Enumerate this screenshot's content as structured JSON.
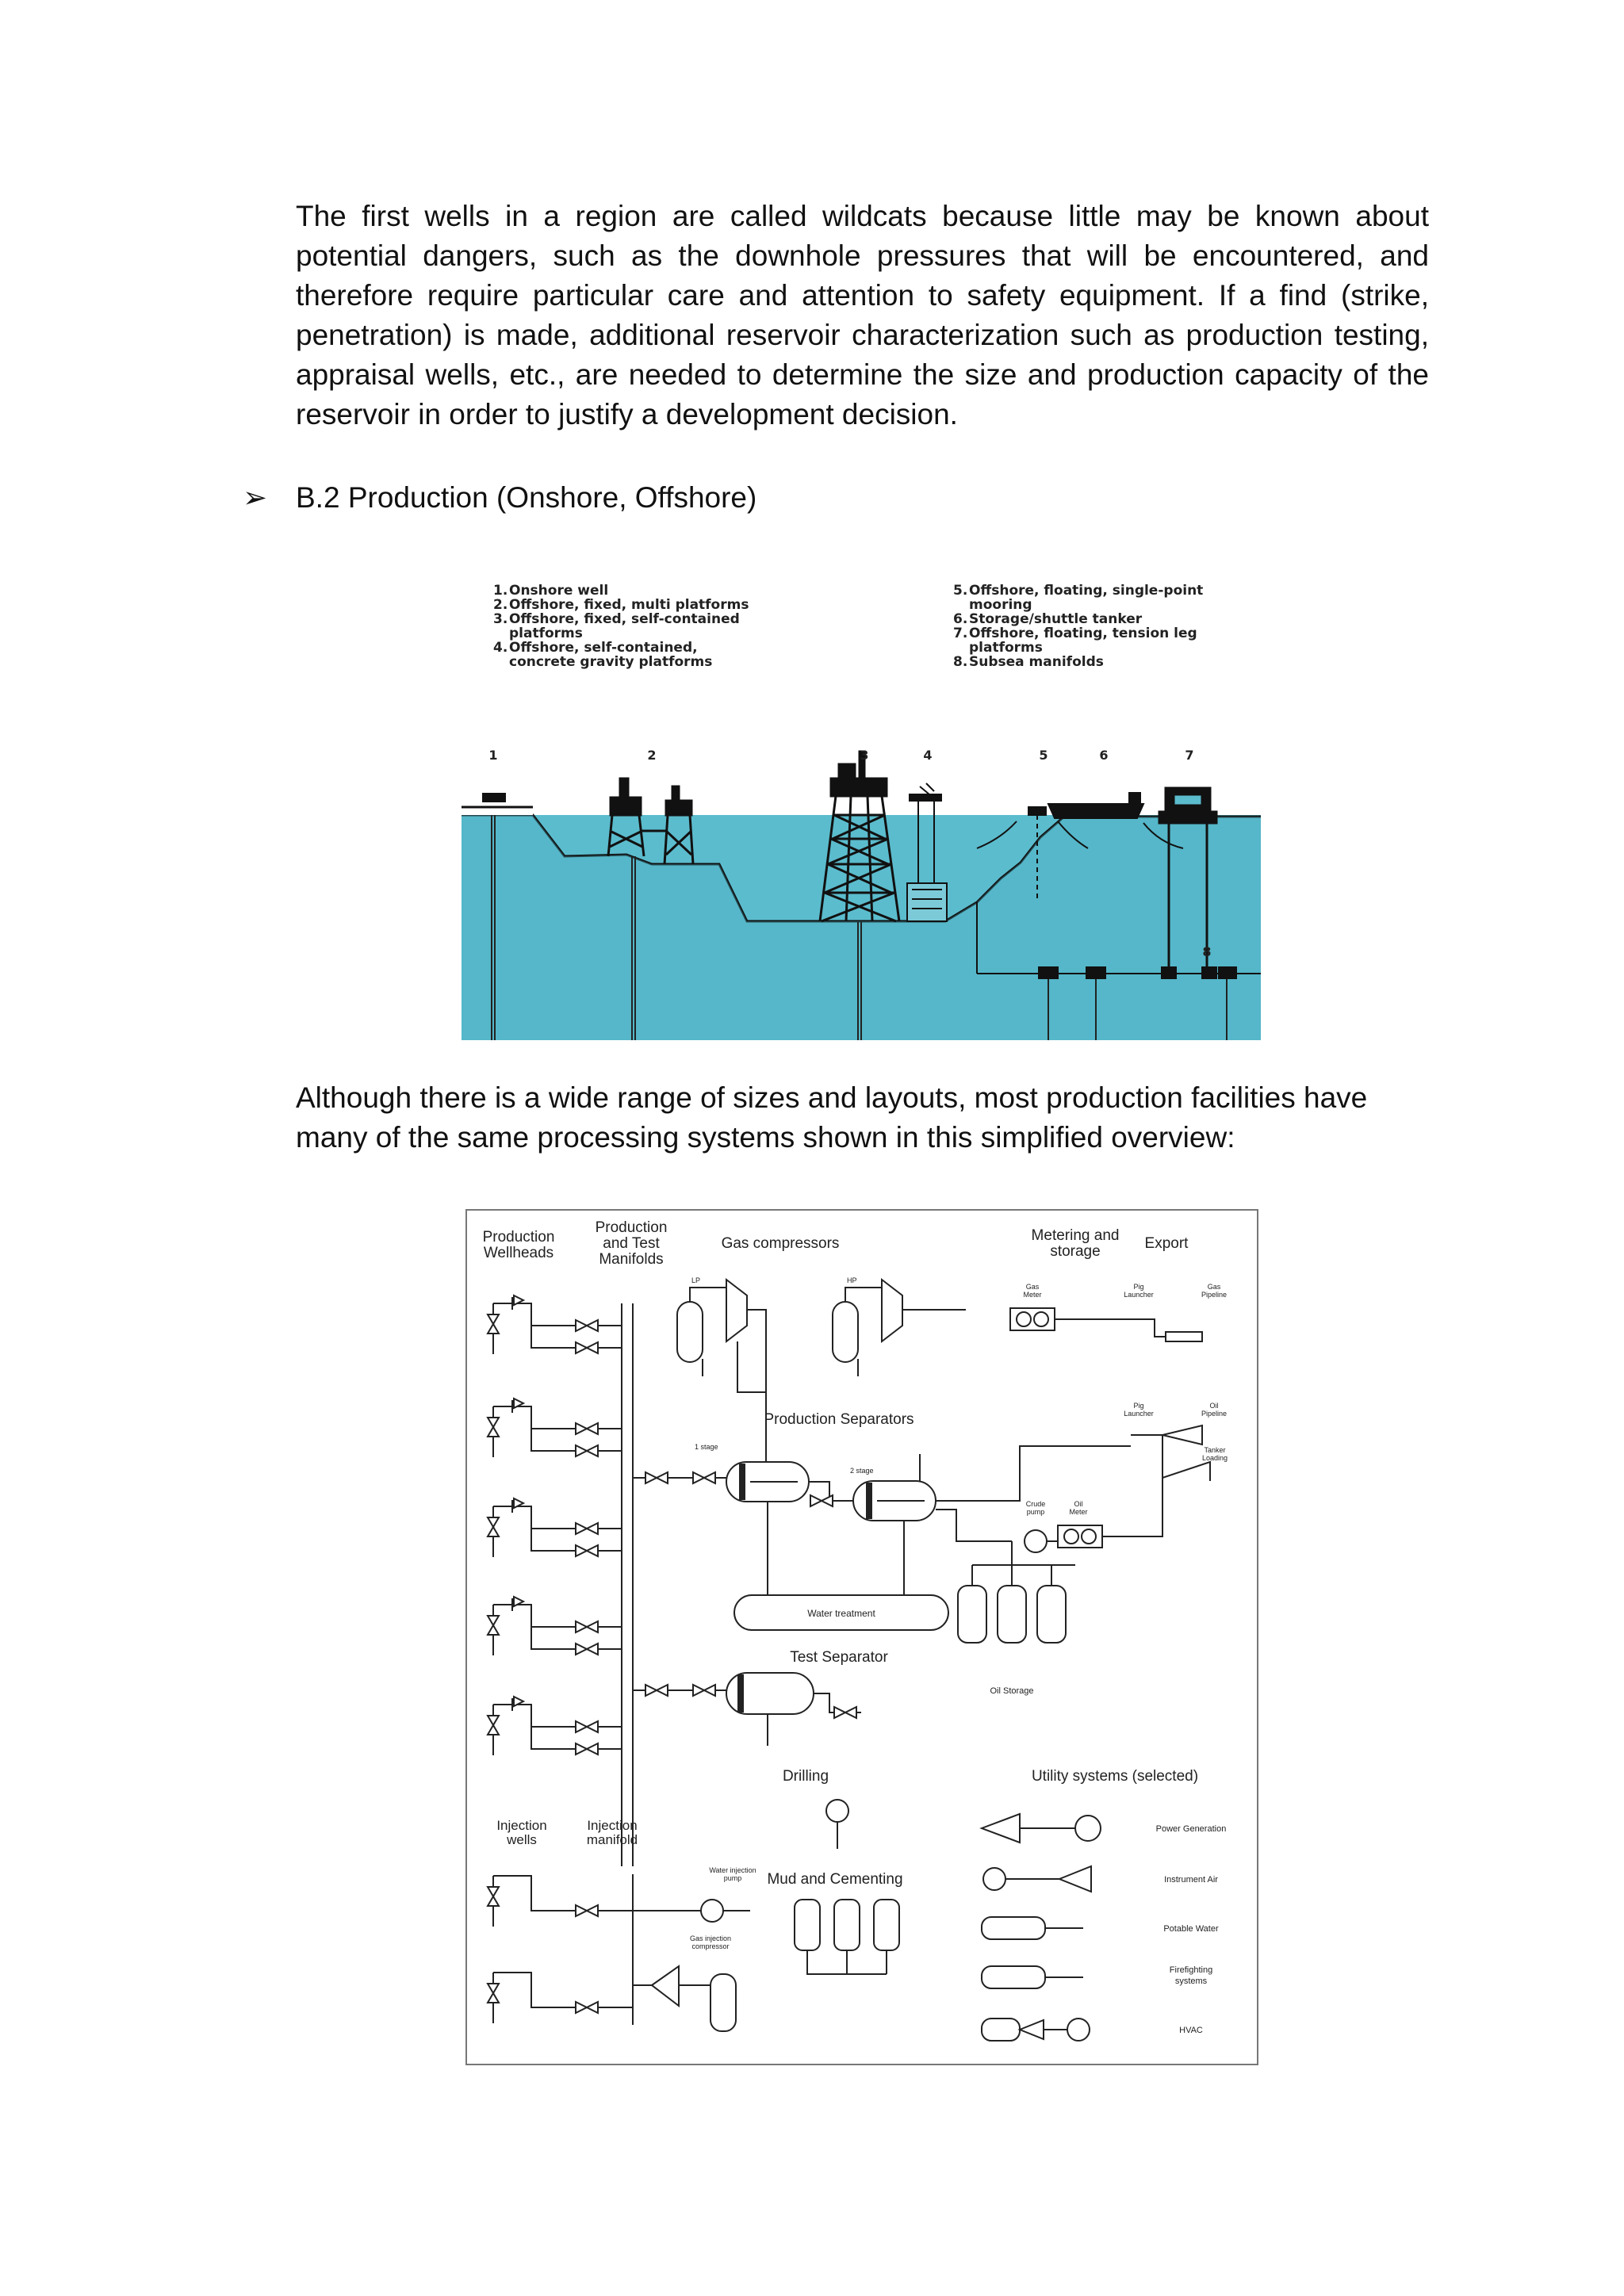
{
  "paragraphs": {
    "p1": "The first wells in a region are called wildcats because little may be known about potential dangers, such as the downhole pressures that will be encountered, and therefore require particular care and attention to safety equipment. If a find (strike, penetration) is made, additional reservoir characterization such as production testing, appraisal wells, etc., are needed to determine the size and production capacity of the reservoir in order to justify a development decision.",
    "p2": "Although there is a wide range of sizes and layouts, most production facilities have many of the same processing systems shown in this simplified overview:"
  },
  "bullet": {
    "marker": "➢",
    "text": "B.2 Production  (Onshore, Offshore)"
  },
  "figure1": {
    "legend_left": [
      [
        "1.",
        "Onshore well"
      ],
      [
        "2.",
        "Offshore, fixed, multi platforms"
      ],
      [
        "3.",
        "Offshore, fixed, self-contained"
      ],
      [
        "",
        "platforms"
      ],
      [
        "4.",
        "Offshore, self-contained,"
      ],
      [
        "",
        "concrete gravity platforms"
      ]
    ],
    "legend_right": [
      [
        "5.",
        "Offshore, floating, single-point"
      ],
      [
        "",
        "mooring"
      ],
      [
        "6.",
        "Storage/shuttle tanker"
      ],
      [
        "7.",
        "Offshore, floating, tension leg"
      ],
      [
        "",
        "platforms"
      ],
      [
        "8.",
        "Subsea manifolds"
      ]
    ],
    "markers": [
      "1",
      "2",
      "3",
      "4",
      "5",
      "6",
      "7",
      "8"
    ],
    "colors": {
      "water": "#5bbccd",
      "seabed": "#43a2b5",
      "structure": "#111111"
    }
  },
  "figure2": {
    "headers": {
      "wellheads": [
        "Production",
        "Wellheads"
      ],
      "manifolds": [
        "Production",
        "and Test",
        "Manifolds"
      ],
      "compressors": "Gas compressors",
      "metering": [
        "Metering and",
        "storage"
      ],
      "export": "Export"
    },
    "small": {
      "lp": "LP",
      "hp": "HP",
      "gas_meter": [
        "Gas",
        "Meter"
      ],
      "pig_launcher": [
        "Pig",
        "Launcher"
      ],
      "gas_pipeline": [
        "Gas",
        "Pipeline"
      ],
      "oil_pipeline": [
        "Oil",
        "Pipeline"
      ],
      "tanker_loading": [
        "Tanker",
        "Loading"
      ],
      "stage1": "1 stage",
      "stage2": "2 stage",
      "crude_pump": [
        "Crude",
        "pump"
      ],
      "oil_meter": [
        "Oil",
        "Meter"
      ],
      "water_injection_pump": [
        "Water injection",
        "pump"
      ],
      "gas_injection_compressor": [
        "Gas injection",
        "compressor"
      ]
    },
    "labels": {
      "production_separators": "Production Separators",
      "water_treatment": "Water treatment",
      "test_separator": "Test Separator",
      "oil_storage": "Oil Storage",
      "drilling": "Drilling",
      "mud": "Mud and Cementing",
      "utility": "Utility systems (selected)",
      "injection_wells": [
        "Injection",
        "wells"
      ],
      "injection_manifold": [
        "Injection",
        "manifold"
      ]
    },
    "utilities": [
      "Power Generation",
      "Instrument Air",
      "Potable Water",
      [
        "Firefighting",
        "systems"
      ],
      "HVAC"
    ]
  }
}
